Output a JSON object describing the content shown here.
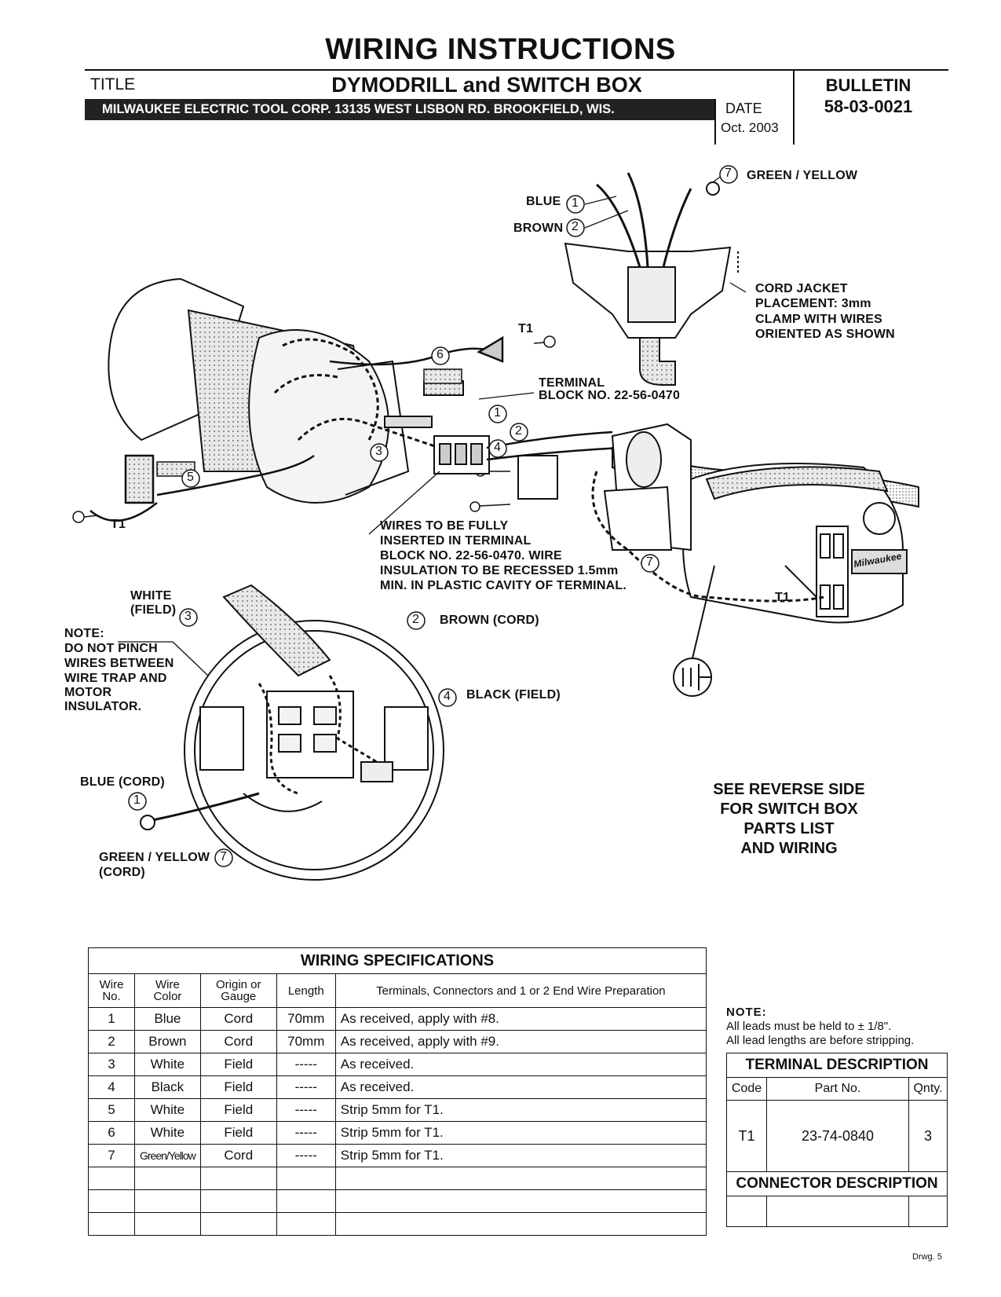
{
  "header": {
    "main_title": "WIRING INSTRUCTIONS",
    "title_label": "TITLE",
    "doc_title": "DYMODRILL and SWITCH BOX",
    "company_line": "MILWAUKEE ELECTRIC TOOL CORP.    13135 WEST LISBON RD.  BROOKFIELD, WIS.",
    "date_label": "DATE",
    "date_value": "Oct. 2003",
    "bulletin_label": "BULLETIN",
    "bulletin_number": "58-03-0021"
  },
  "diagram": {
    "labels": {
      "green_yellow": "GREEN / YELLOW",
      "blue": "BLUE",
      "brown": "BROWN",
      "cord_jacket_1": "CORD JACKET",
      "cord_jacket_2": "PLACEMENT: 3mm",
      "cord_jacket_3": "CLAMP WITH WIRES",
      "cord_jacket_4": "ORIENTED AS SHOWN",
      "t1_top": "T1",
      "terminal_block_1": "TERMINAL",
      "terminal_block_2": "BLOCK NO. 22-56-0470",
      "t1_left": "T1",
      "t1_right": "T1",
      "wires_note_1": "WIRES TO BE FULLY",
      "wires_note_2": "INSERTED IN TERMINAL",
      "wires_note_3": "BLOCK NO. 22-56-0470. WIRE",
      "wires_note_4": "INSULATION TO BE RECESSED 1.5mm",
      "wires_note_5": "MIN. IN PLASTIC CAVITY OF TERMINAL.",
      "white_field_1": "WHITE",
      "white_field_2": "(FIELD)",
      "brown_cord": "BROWN (CORD)",
      "note_1": "NOTE:",
      "note_2": "DO NOT PINCH",
      "note_3": "WIRES BETWEEN",
      "note_4": "WIRE TRAP AND",
      "note_5": "MOTOR",
      "note_6": "INSULATOR.",
      "black_field": "BLACK (FIELD)",
      "blue_cord": "BLUE (CORD)",
      "green_yellow_cord_1": "GREEN / YELLOW",
      "green_yellow_cord_2": "(CORD)",
      "brand_logo": "Milwaukee"
    },
    "callouts": {
      "c1": "1",
      "c2": "2",
      "c3": "3",
      "c4": "4",
      "c5": "5",
      "c6": "6",
      "c7": "7"
    },
    "reverse_note": [
      "SEE REVERSE SIDE",
      "FOR SWITCH BOX",
      "PARTS LIST",
      "AND WIRING"
    ]
  },
  "wiring_spec": {
    "title": "WIRING SPECIFICATIONS",
    "headers": {
      "wire_no": [
        "Wire",
        "No."
      ],
      "wire_color": [
        "Wire",
        "Color"
      ],
      "origin": [
        "Origin or",
        "Gauge"
      ],
      "length": "Length",
      "prep": "Terminals, Connectors and 1 or 2 End Wire Preparation"
    },
    "rows": [
      {
        "no": "1",
        "color": "Blue",
        "origin": "Cord",
        "length": "70mm",
        "prep": "As received, apply with #8."
      },
      {
        "no": "2",
        "color": "Brown",
        "origin": "Cord",
        "length": "70mm",
        "prep": "As received, apply with #9."
      },
      {
        "no": "3",
        "color": "White",
        "origin": "Field",
        "length": "-----",
        "prep": "As received."
      },
      {
        "no": "4",
        "color": "Black",
        "origin": "Field",
        "length": "-----",
        "prep": "As received."
      },
      {
        "no": "5",
        "color": "White",
        "origin": "Field",
        "length": "-----",
        "prep": "Strip 5mm for T1."
      },
      {
        "no": "6",
        "color": "White",
        "origin": "Field",
        "length": "-----",
        "prep": "Strip 5mm for T1."
      },
      {
        "no": "7",
        "color": "Green/Yellow",
        "origin": "Cord",
        "length": "-----",
        "prep": "Strip 5mm for T1."
      }
    ]
  },
  "note": {
    "title": "NOTE:",
    "line1": "All leads must be held to ± 1/8\".",
    "line2": "All lead lengths are before stripping."
  },
  "terminal_table": {
    "title": "TERMINAL DESCRIPTION",
    "headers": {
      "code": "Code",
      "part": "Part No.",
      "qty": "Qnty."
    },
    "row": {
      "code": "T1",
      "part": "23-74-0840",
      "qty": "3"
    },
    "connector_title": "CONNECTOR  DESCRIPTION"
  },
  "footer": {
    "drawing": "Drwg. 5"
  }
}
